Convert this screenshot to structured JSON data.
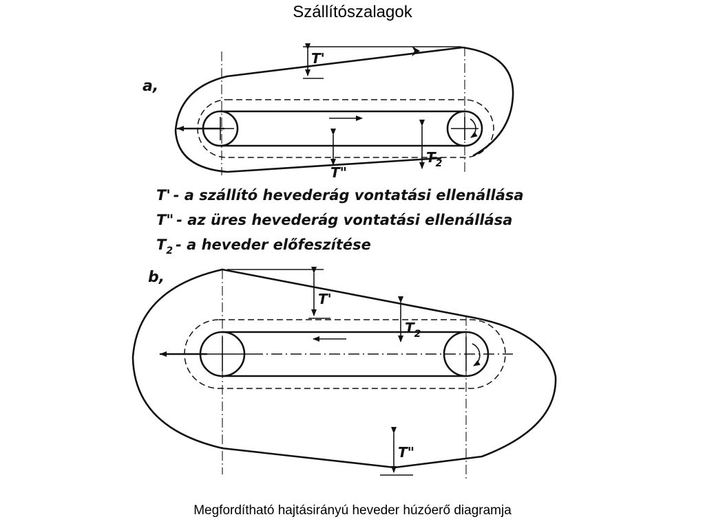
{
  "title": "Szállítószalagok",
  "caption": "Megfordítható hajtásirányú heveder húzóerő diagramja",
  "diagram_a": {
    "label": "a,",
    "t_prime": "T'",
    "t_double": "T\"",
    "t2": "T",
    "t2_sub": "2"
  },
  "legend": [
    {
      "symbol": "T'",
      "sub": "",
      "text": "- a szállító hevederág vontatási ellenállása"
    },
    {
      "symbol": "T\"",
      "sub": "",
      "text": "- az üres hevederág vontatási ellenállása"
    },
    {
      "symbol": "T",
      "sub": "2",
      "text": "- a heveder előfeszítése"
    }
  ],
  "diagram_b": {
    "label": "b,",
    "t_prime": "T'",
    "t_double": "T\"",
    "t2": "T",
    "t2_sub": "2"
  }
}
